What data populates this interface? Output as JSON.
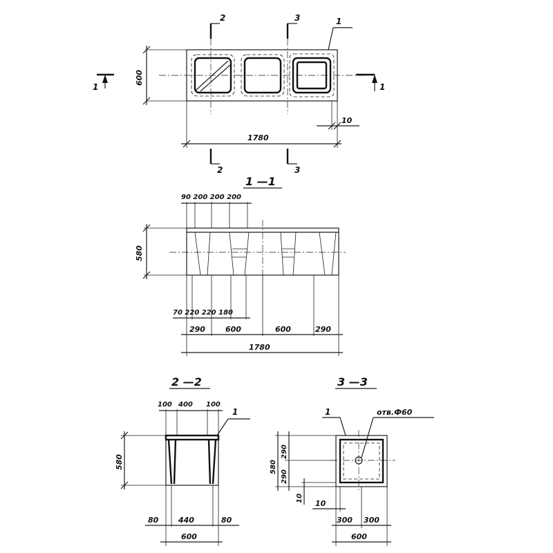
{
  "plan": {
    "section_2_top": "2",
    "section_3_top": "3",
    "callout_1": "1",
    "height_600": "600",
    "section_1_left": "1",
    "section_1_right": "1",
    "dim_10": "10",
    "dim_1780": "1780",
    "section_2_bottom": "2",
    "section_3_bottom": "3"
  },
  "section_1_1": {
    "title": "1 —1",
    "top_dims": "90 200 200 200",
    "height_580": "580",
    "bottom_row1": "70  220 220 180",
    "bottom_290_left": "290",
    "bottom_600_a": "600",
    "bottom_600_b": "600",
    "bottom_290_right": "290",
    "total_1780": "1780"
  },
  "section_2_2": {
    "title": "2 —2",
    "top_100_a": "100",
    "top_400": "400",
    "top_100_b": "100",
    "callout_1": "1",
    "height_580": "580",
    "bottom_80_a": "80",
    "bottom_440": "440",
    "bottom_80_b": "80",
    "total_600": "600"
  },
  "section_3_3": {
    "title": "3 —3",
    "callout_1": "1",
    "hole_label": "отв.Ф60",
    "height_580": "580",
    "vert_290_a": "290",
    "vert_290_b": "290",
    "dim_10_left": "10",
    "dim_10_bottom": "10",
    "bottom_300_a": "300",
    "bottom_300_b": "300",
    "total_600": "600"
  }
}
